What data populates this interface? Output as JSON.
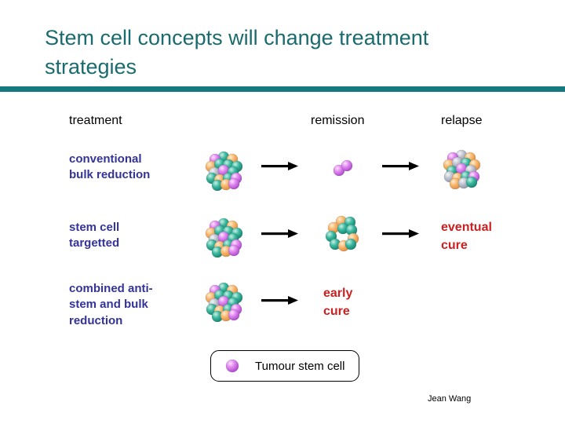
{
  "title": "Stem cell concepts will change treatment strategies",
  "columns": {
    "treatment": "treatment",
    "remission": "remission",
    "relapse": "relapse"
  },
  "rows": [
    {
      "label": "conventional\nbulk reduction"
    },
    {
      "label": "stem cell\ntargetted",
      "outcome": "eventual\ncure"
    },
    {
      "label": "combined anti-\nstem and bulk\nreduction",
      "outcome": "early\ncure"
    }
  ],
  "legend": {
    "label": "Tumour stem cell"
  },
  "author": "Jean Wang",
  "colors": {
    "title": "#1a6b6e",
    "rule": "#15797e",
    "row_label": "#333399",
    "outcome": "#cc2020",
    "cell_teal": "#1f9e8a",
    "cell_orange": "#f0a050",
    "cell_magenta": "#bb4fd4",
    "cell_gray": "#9aa0b0"
  },
  "icons": {
    "tumour_bulk": "tumour-bulk-cluster-icon",
    "relapsed_tumour": "relapsed-tumour-cluster-icon",
    "tumour_no_stem": "tumour-no-stem-cluster-icon",
    "stem_cell_pair": "tumour-stem-cells-icon",
    "legend_stem_cell": "tumour-stem-cell-legend-icon",
    "arrow": "arrow-right-icon"
  }
}
